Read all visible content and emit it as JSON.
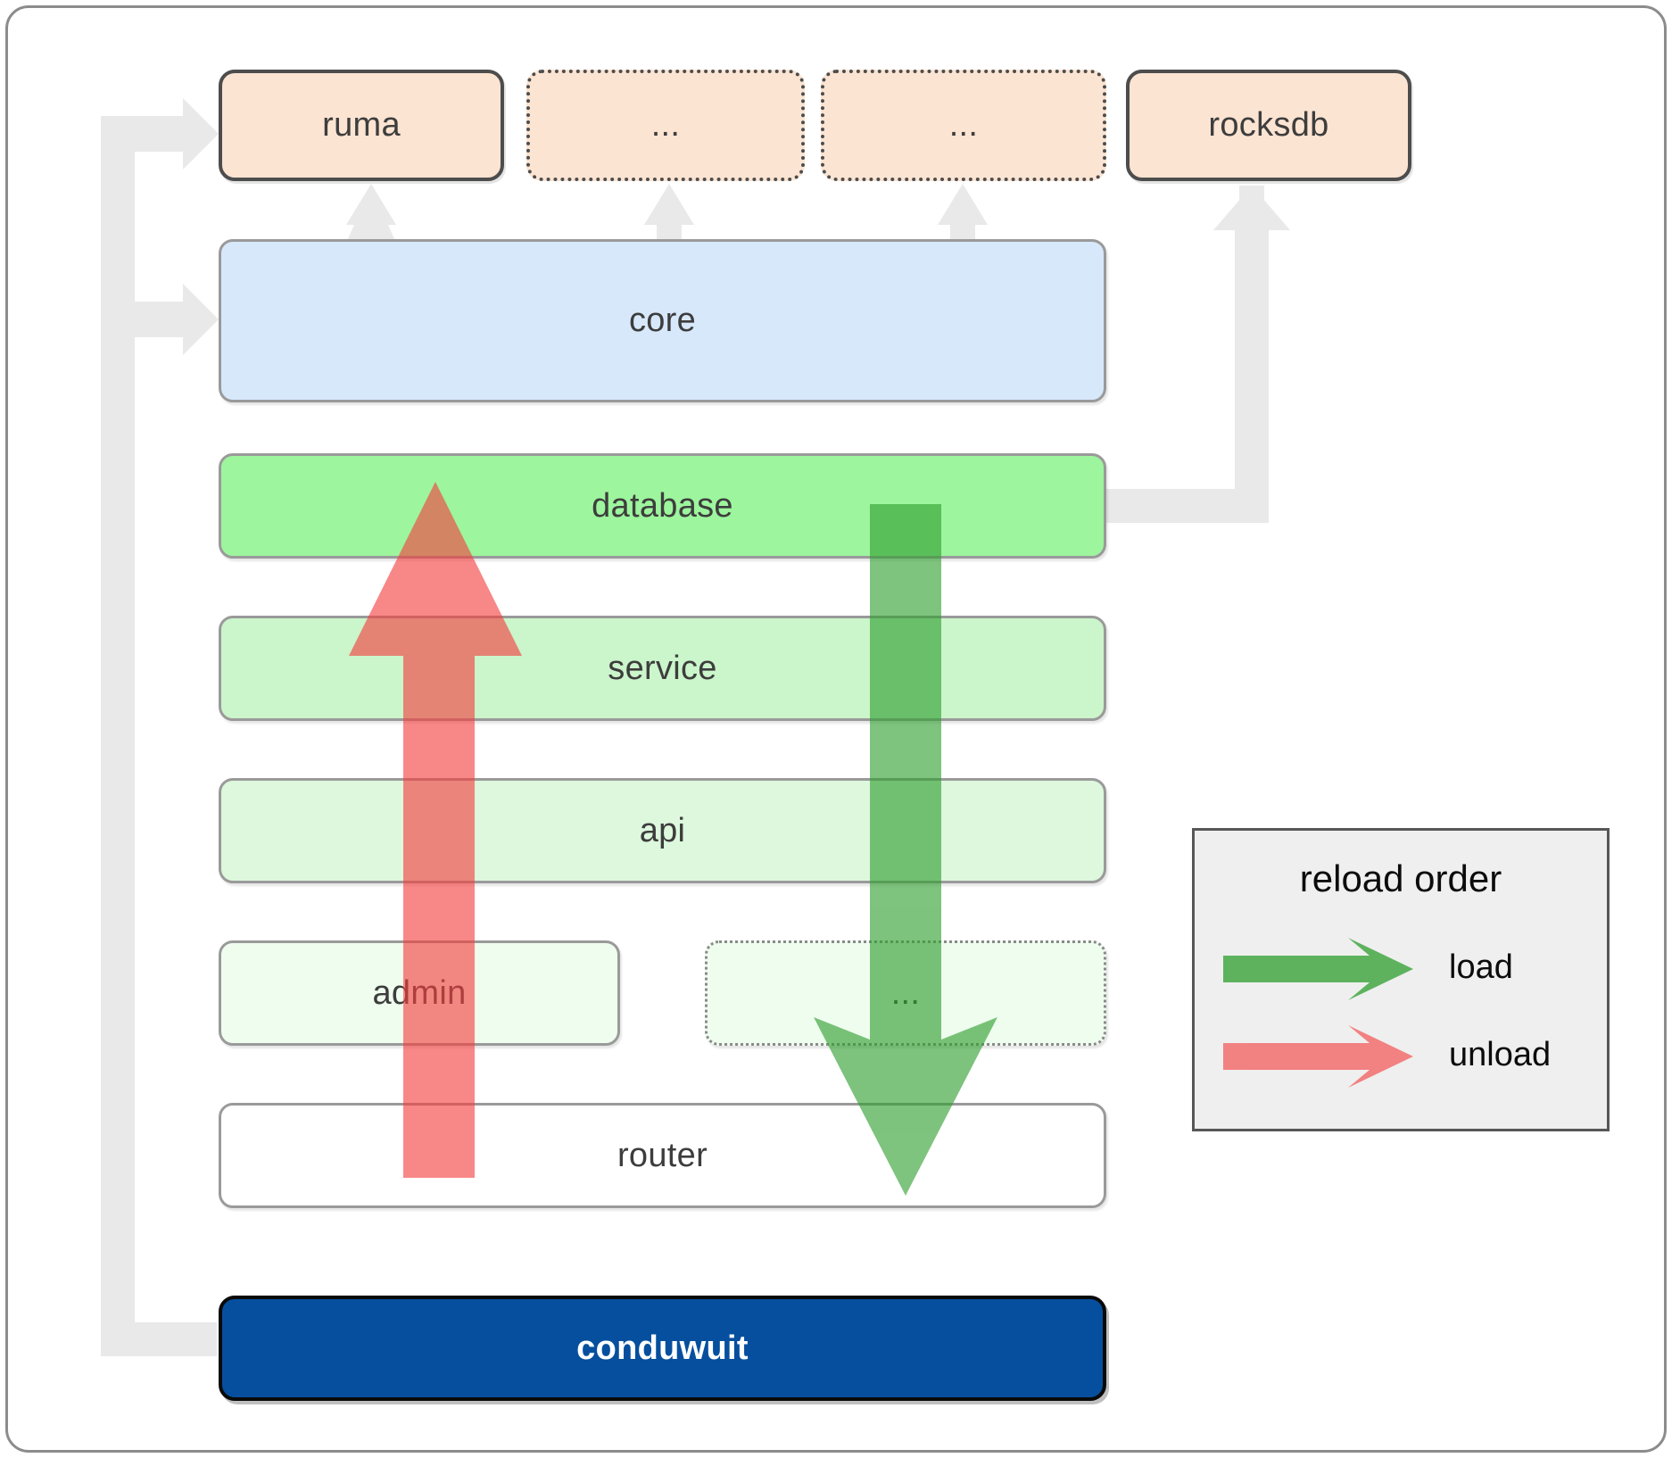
{
  "diagram": {
    "title": "conduwuit crate / layer architecture",
    "outer_frame": {
      "border_color": "#8c8c8c"
    },
    "crates": [
      {
        "name": "crate-ruma",
        "label": "ruma",
        "style": "solid",
        "fill": "#fce4d2"
      },
      {
        "name": "crate-ellipsis-1",
        "label": "...",
        "style": "dotted",
        "fill": "#fce4d2"
      },
      {
        "name": "crate-ellipsis-2",
        "label": "...",
        "style": "dotted",
        "fill": "#fce4d2"
      },
      {
        "name": "crate-rocksdb",
        "label": "rocksdb",
        "style": "solid",
        "fill": "#fce4d2"
      }
    ],
    "core": {
      "label": "core",
      "fill": "#d7e8fb"
    },
    "layers": [
      {
        "name": "layer-database",
        "label": "database",
        "fill": "#9df59d"
      },
      {
        "name": "layer-service",
        "label": "service",
        "fill": "#cbf5cb"
      },
      {
        "name": "layer-api",
        "label": "api",
        "fill": "#ddf8dd"
      },
      {
        "name": "layer-admin",
        "label": "admin",
        "fill": "#effdef",
        "style": "solid"
      },
      {
        "name": "layer-ellipsis",
        "label": "...",
        "fill": "#effdef",
        "style": "dotted"
      },
      {
        "name": "layer-router",
        "label": "router",
        "fill": "#ffffff",
        "style": "solid"
      }
    ],
    "root": {
      "label": "conduwuit",
      "fill": "#064f9e",
      "text_color": "#ffffff"
    },
    "legend": {
      "title": "reload order",
      "items": [
        {
          "name": "legend-load",
          "label": "load",
          "color": "#4caf50"
        },
        {
          "name": "legend-unload",
          "label": "unload",
          "color": "#f98080"
        }
      ]
    },
    "flow": {
      "load_arrow": {
        "direction": "down",
        "color": "#4caf50"
      },
      "unload_arrow": {
        "direction": "up",
        "color": "#f98080"
      },
      "connector_color": "#e9e9e9"
    }
  }
}
